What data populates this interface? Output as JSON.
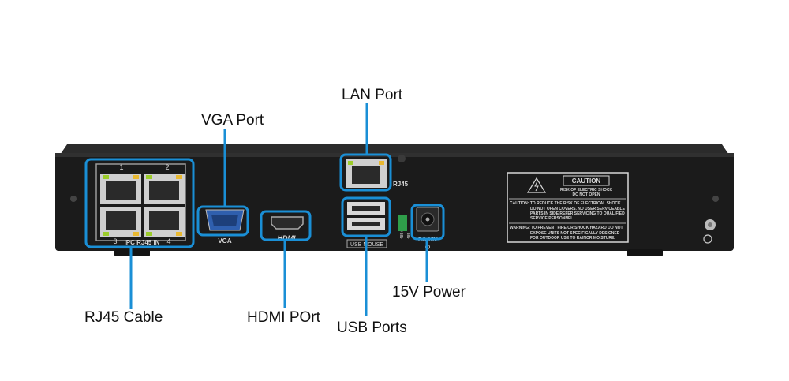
{
  "callouts": {
    "lan": "LAN Port",
    "vga": "VGA Port",
    "rj45_cable": "RJ45 Cable",
    "hdmi": "HDMI POrt",
    "usb": "USB Ports",
    "power": "15V Power"
  },
  "panel": {
    "port_numbers": [
      "1",
      "2",
      "3",
      "4"
    ],
    "rj45_in_label": "IPC RJ45 IN",
    "vga_label": "VGA",
    "hdmi_logo": "HDMI",
    "lan_label": "RJ45",
    "usb_label": "USB MOUSE",
    "dc_label": "DC 15V",
    "alarm_labels": [
      "485+",
      "485-"
    ]
  },
  "caution_label": {
    "title": "CAUTION",
    "risk_line1": "RISK OF ELECTRIC SHOCK",
    "risk_line2": "DO NOT OPEN",
    "body1": [
      "CAUTION: TO REDUCE THE RISK OF ELECTRICAL SHOCK",
      "DO NOT OPEN COVERS. NO USER SERVICEABLE",
      "PARTS IN SIDE.REFER SERVICING TO QUALIFIED",
      "SERVICE PERSONNEL"
    ],
    "body2": [
      "WARNING: TO PREVENT FIRE OR SHOCK HAZARD DO NOT",
      "EXPOSE UNITS NOT SPECIFICALLY DESIGNED",
      "FOR OUTDOOR USE TO RAINOR MOISTURE."
    ]
  },
  "colors": {
    "highlight": "#1a8fd6",
    "chassis": "#1b1b1b",
    "port_led": "#9ccc2a",
    "terminal": "#2f9e4a"
  }
}
